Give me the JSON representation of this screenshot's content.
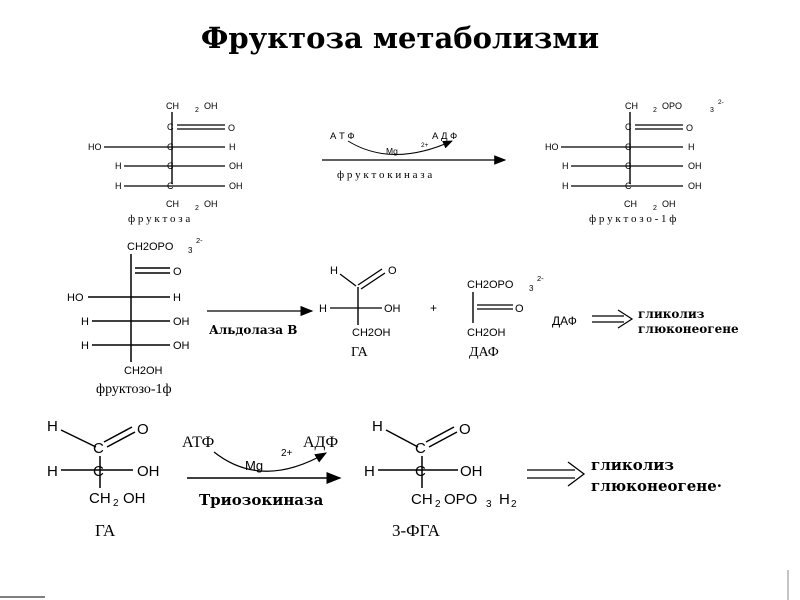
{
  "title": "Фруктоза метаболизми",
  "labels": {
    "fructose": "ф р у к т о з а",
    "f1p_top": "ф р у к т о з о - 1 ф",
    "f1p_mid": "фруктозо-1ф",
    "ga": "ГА",
    "dhap": "ДАФ",
    "ga_bottom": "ГА",
    "fga": "3-ФГА"
  },
  "enzymes": {
    "fructokinase": "ф р у к т о к и н а з а",
    "aldolase": "Альдолаза В",
    "triokinase": "Триозокиназа"
  },
  "cofactors": {
    "atp": "А Т Ф",
    "mg": "Mg",
    "mg_charge": "2+",
    "adp": "А Д Ф",
    "atp_big": "АТФ",
    "adp_big": "АДФ"
  },
  "outcomes": {
    "dhap_label": "ДАФ",
    "glycolysis": "гликолиз",
    "gluconeogenesis": "глюконеогене",
    "glycolysis2": "гликолиз",
    "gluconeogenesis2": "глюконеогене·"
  },
  "atoms": {
    "C": "C",
    "H": "H",
    "O": "O",
    "HO": "HO",
    "OH": "OH",
    "CH": "CH",
    "CH2": "CH",
    "sub2": "2",
    "OH_t": "OH",
    "OPO": "OPO",
    "sub3": "3",
    "charge2m": "2-",
    "CH2OPO": "CH2OPO",
    "CH2OH": "CH2OH",
    "plus": "+",
    "H2": "H"
  }
}
